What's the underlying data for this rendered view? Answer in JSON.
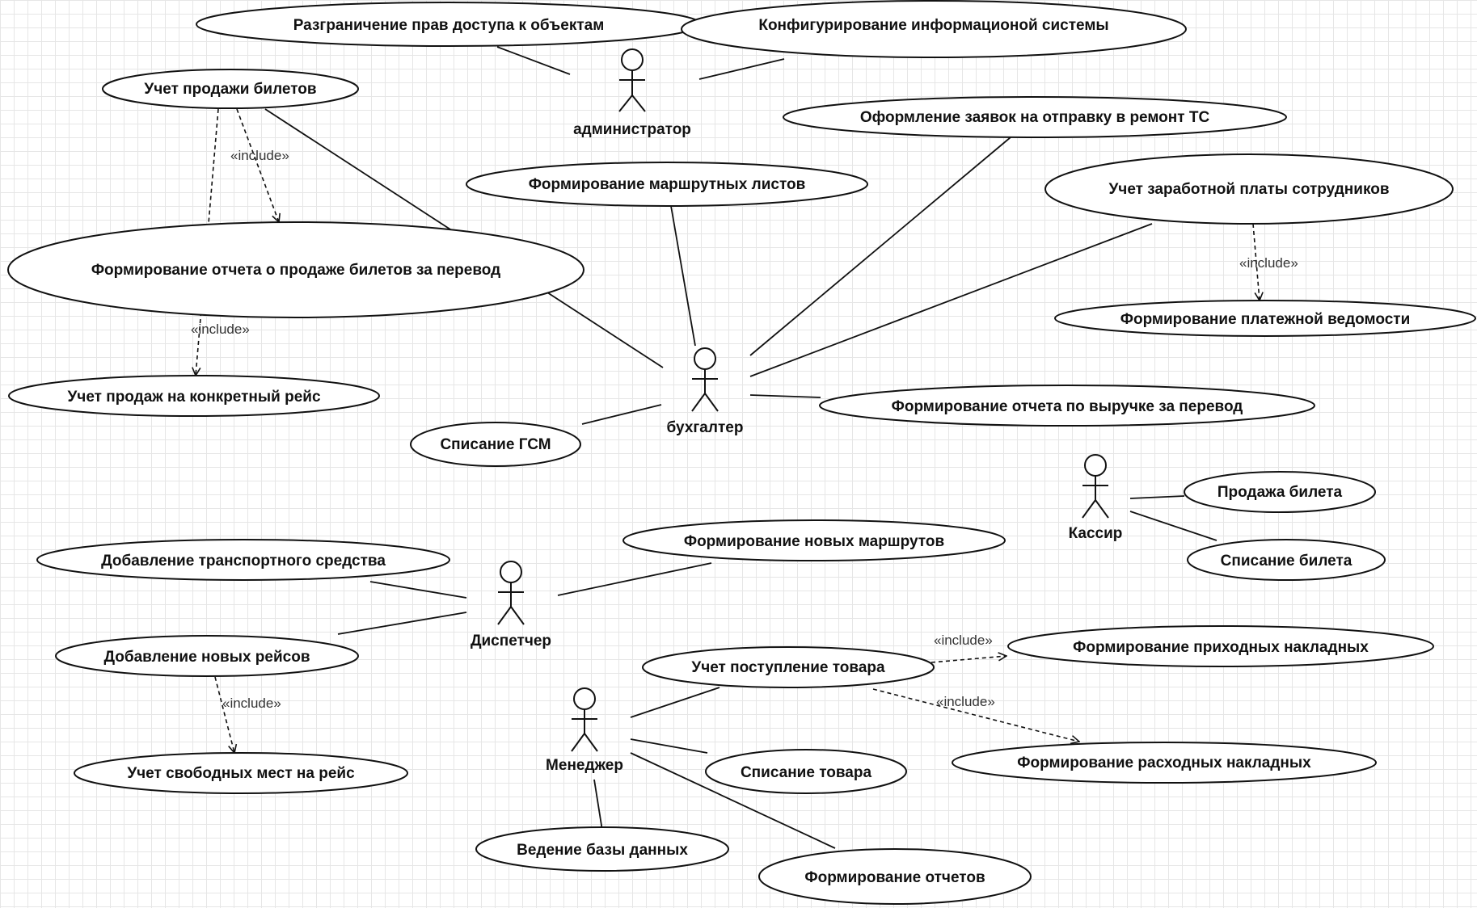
{
  "use_cases": {
    "access_rights": "Разграничение прав доступа к объектам",
    "config_system": "Конфигурирование информационой системы",
    "ticket_sales": "Учет продажи билетов",
    "repair_requests": "Оформление заявок на отправку в ремонт ТС",
    "route_sheets": "Формирование маршрутных листов",
    "salary": "Учет заработной платы сотрудников",
    "sales_report": "Формирование отчета о продаже билетов за перевод",
    "payroll": "Формирование платежной ведомости",
    "flight_sales": "Учет продаж на конкретный рейс",
    "revenue_report": "Формирование отчета по выручке за перевод",
    "fuel_writeoff": "Списание ГСМ",
    "sell_ticket": "Продажа билета",
    "new_routes": "Формирование новых маршрутов",
    "add_vehicle": "Добавление транспортного средства",
    "writeoff_ticket": "Списание билета",
    "add_flights": "Добавление новых рейсов",
    "incoming_invoices": "Формирование приходных накладных",
    "goods_receipt": "Учет поступление товара",
    "outgoing_invoices": "Формирование расходных накладных",
    "free_seats": "Учет свободных мест на рейс",
    "goods_writeoff": "Списание товара",
    "database": "Ведение базы данных",
    "reports": "Формирование отчетов"
  },
  "actors": {
    "administrator": "администратор",
    "accountant": "бухгалтер",
    "cashier": "Кассир",
    "dispatcher": "Диспетчер",
    "manager": "Менеджер"
  },
  "include_label": "«include»",
  "colors": {
    "line": "#111111",
    "grid": "#e6e6e6",
    "background": "#ffffff"
  }
}
